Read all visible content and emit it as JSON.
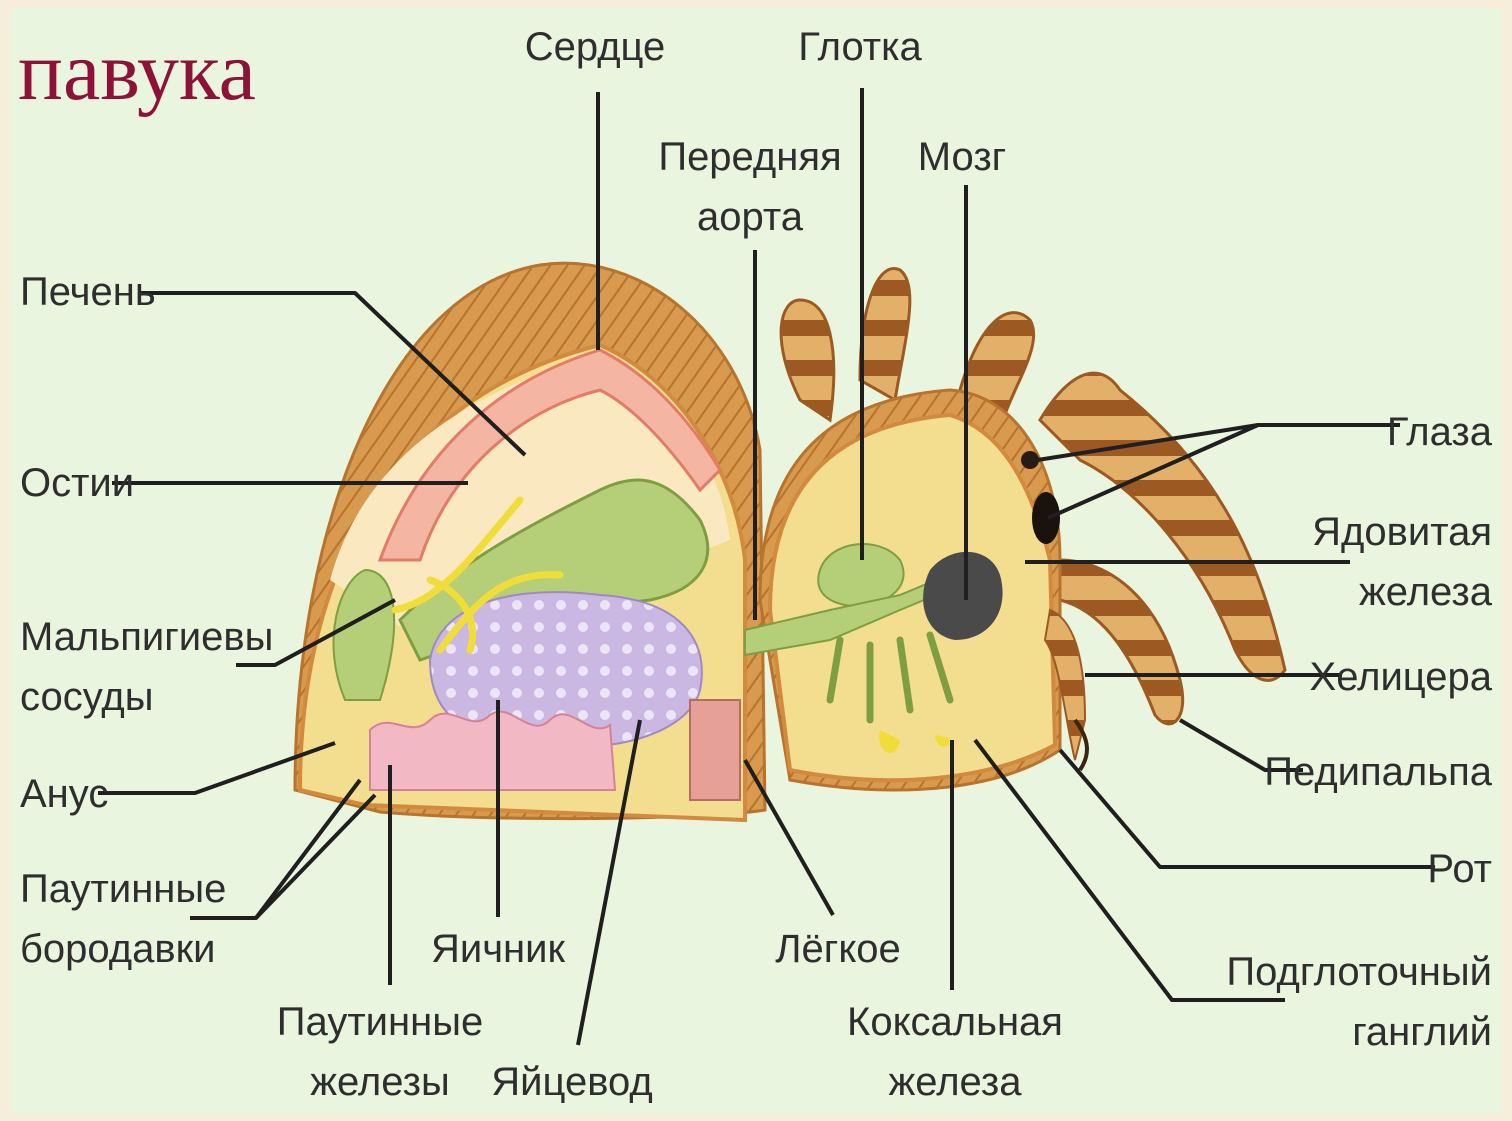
{
  "title": "павука",
  "colors": {
    "title": "#8d1238",
    "slide_border": "#f6eedb",
    "panel_background": "#e9f5df",
    "label_text": "#2e2e2e",
    "body_outline": "#d28b3e",
    "body_fill": "#f3dd8e",
    "digestive": "#b5cf78",
    "liver": "#f2c3b2",
    "ovary": "#cab8e3",
    "nerves": "#f0dd3a",
    "ganglion": "#4a4a4a"
  },
  "labels": {
    "heart": "Сердце",
    "pharynx": "Глотка",
    "anterior_aorta": [
      "Передняя",
      "аорта"
    ],
    "brain": "Мозг",
    "liver": "Печень",
    "ostia": "Остии",
    "malpighian_vessels": [
      "Мальпигиевы",
      "сосуды"
    ],
    "anus": "Анус",
    "spinnerets": [
      "Паутинные",
      "бородавки"
    ],
    "silk_glands": [
      "Паутинные",
      "железы"
    ],
    "ovary": "Яичник",
    "oviduct": "Яйцевод",
    "lung": "Лёгкое",
    "coxal_gland": [
      "Коксальная",
      "железа"
    ],
    "eyes": "Глаза",
    "venom_gland": [
      "Ядовитая",
      "железа"
    ],
    "chelicera": "Хелицера",
    "pedipalp": "Педипальпа",
    "mouth": "Рот",
    "subpharyngeal_ganglion": [
      "Подглоточный",
      "ганглий"
    ]
  }
}
